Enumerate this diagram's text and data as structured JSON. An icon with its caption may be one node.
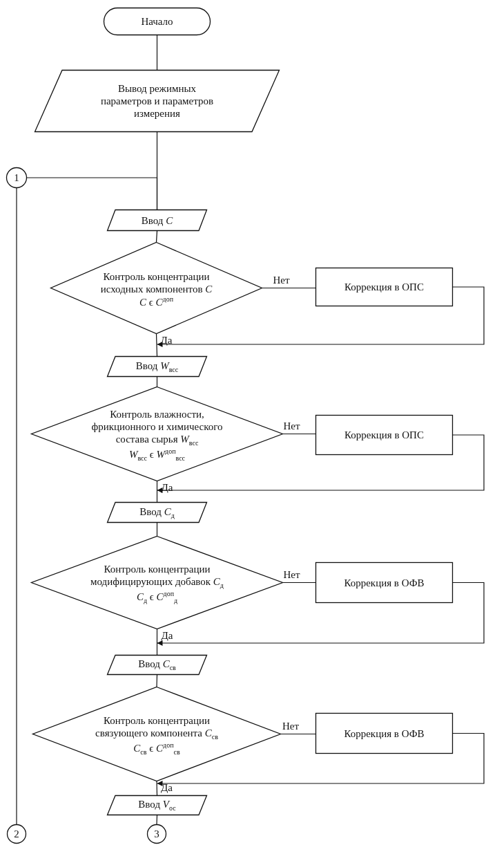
{
  "diagram": {
    "nodes": [
      {
        "text": [
          "Начало"
        ]
      },
      {
        "text": [
          "Вывод  режимных параметров и параметров измерения"
        ]
      },
      {
        "text": [
          "1"
        ]
      },
      {
        "text": [
          "Ввод *C*"
        ]
      },
      {
        "text": [
          "Контроль концентрации исходных компонентов  *C*",
          "*C* ϵ *C*$^{доп}$"
        ]
      },
      {
        "text": [
          "Коррекция в ОПС"
        ]
      },
      {
        "text": [
          "Ввод *W*$_{всс}$"
        ]
      },
      {
        "text": [
          "Контроль влажности, фрикционного и химического состава сырья  *W*$_{всс}$",
          "*W*$_{всс}$ ϵ *W*$^{доп}$$_{всс}$"
        ]
      },
      {
        "text": [
          "Коррекция в ОПС"
        ]
      },
      {
        "text": [
          "Ввод *C*$_{д}$"
        ]
      },
      {
        "text": [
          "Контроль концентрации модифицирующих добавок *C*$_{д}$",
          "*C*$_{д}$ ϵ *C*$^{доп}$$_{д}$"
        ]
      },
      {
        "text": [
          "Коррекция в ОФВ"
        ]
      },
      {
        "text": [
          "Ввод *C*$_{св}$"
        ]
      },
      {
        "text": [
          "Контроль концентрации связующего компонента *C*$_{св}$",
          "*C*$_{св}$ ϵ *C*$^{доп}$$_{св}$"
        ]
      },
      {
        "text": [
          "Коррекция в ОФВ"
        ]
      },
      {
        "text": [
          "Ввод *V*$_{ос}$"
        ]
      },
      {
        "text": [
          "3"
        ]
      },
      {
        "text": [
          "2"
        ]
      }
    ],
    "edges": [
      {
        "from": 0,
        "to": 1,
        "arrow": "none"
      },
      {
        "from": 1,
        "to": 3,
        "arrow": "none"
      },
      {
        "from": 2,
        "to": 3,
        "arrow": "none"
      },
      {
        "from": 2,
        "to": 17,
        "arrow": "none"
      },
      {
        "from": 3,
        "to": 4,
        "arrow": "none"
      },
      {
        "from": 4,
        "to": 5,
        "arrow": "none",
        "label": "Нет"
      },
      {
        "from": 5,
        "to": 6,
        "arrow": "to"
      },
      {
        "from": 4,
        "to": 6,
        "arrow": "none",
        "label": "Да"
      },
      {
        "from": 6,
        "to": 7,
        "arrow": "none"
      },
      {
        "from": 7,
        "to": 8,
        "arrow": "none",
        "label": "Нет"
      },
      {
        "from": 8,
        "to": 9,
        "arrow": "to"
      },
      {
        "from": 7,
        "to": 9,
        "arrow": "none",
        "label": "Да"
      },
      {
        "from": 9,
        "to": 10,
        "arrow": "none"
      },
      {
        "from": 10,
        "to": 11,
        "arrow": "none",
        "label": "Нет"
      },
      {
        "from": 11,
        "to": 12,
        "arrow": "to"
      },
      {
        "from": 10,
        "to": 12,
        "arrow": "none",
        "label": "Да"
      },
      {
        "from": 12,
        "to": 13,
        "arrow": "none"
      },
      {
        "from": 13,
        "to": 14,
        "arrow": "none",
        "label": "Нет"
      },
      {
        "from": 14,
        "to": 15,
        "arrow": "to"
      },
      {
        "from": 13,
        "to": 15,
        "arrow": "none",
        "label": "Да"
      },
      {
        "from": 15,
        "to": 16,
        "arrow": "none"
      }
    ]
  }
}
